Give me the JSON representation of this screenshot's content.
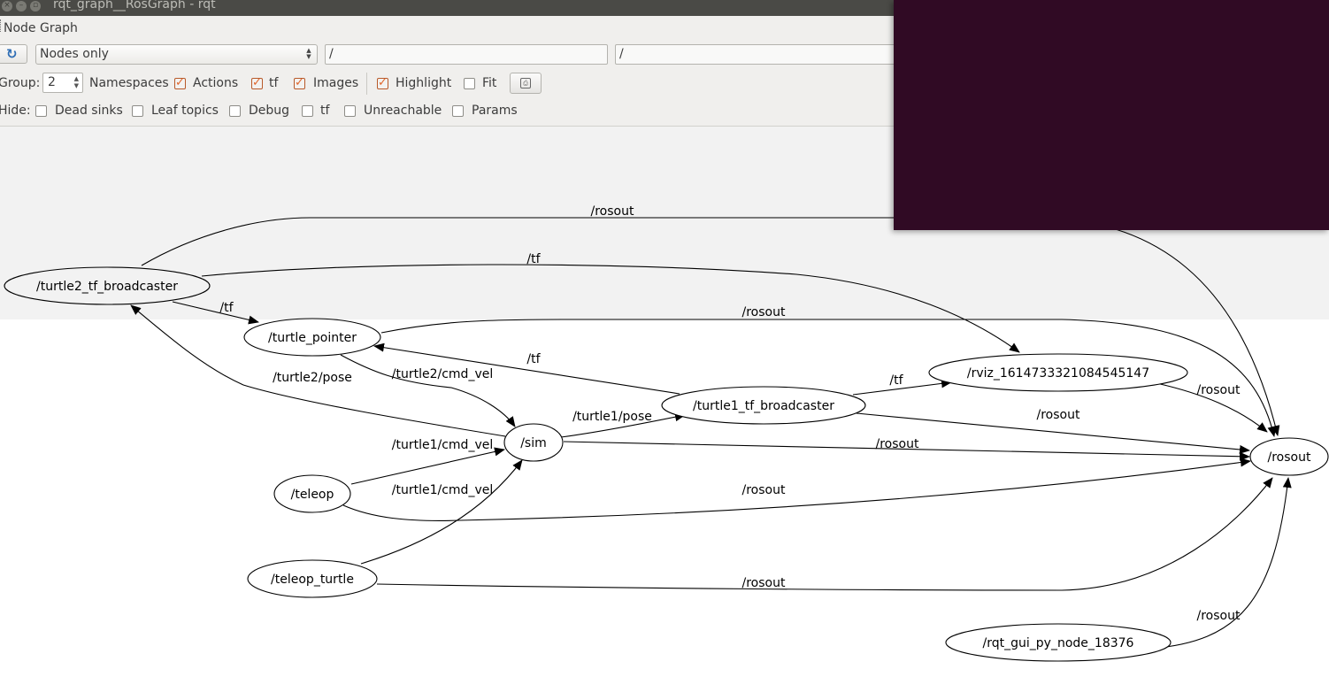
{
  "window": {
    "title": "rqt_graph__RosGraph - rqt"
  },
  "plugin": {
    "title": "Node Graph"
  },
  "toolbar": {
    "refresh_icon": "refresh-icon",
    "graph_type": "Nodes only",
    "node_filter": "/",
    "topic_filter": "/"
  },
  "row2": {
    "group_label": "Group:",
    "group_value": "2",
    "namespaces_label": "Namespaces",
    "actions_label": "Actions",
    "tf_label": "tf",
    "images_label": "Images",
    "highlight_label": "Highlight",
    "fit_label": "Fit",
    "save_icon": "save-icon"
  },
  "row3": {
    "hide_label": "Hide:",
    "dead_sinks_label": "Dead sinks",
    "leaf_topics_label": "Leaf topics",
    "debug_label": "Debug",
    "tf_label": "tf",
    "unreachable_label": "Unreachable",
    "params_label": "Params"
  },
  "checks": {
    "namespaces": true,
    "actions": true,
    "tf": true,
    "images": true,
    "highlight": false,
    "fit": false,
    "dead_sinks": false,
    "leaf_topics": false,
    "debug": false,
    "hide_tf": false,
    "unreachable": false,
    "params": false
  },
  "graph": {
    "nodes": {
      "turtle2_tf_broadcaster": "/turtle2_tf_broadcaster",
      "turtle_pointer": "/turtle_pointer",
      "sim": "/sim",
      "teleop": "/teleop",
      "teleop_turtle": "/teleop_turtle",
      "turtle1_tf_broadcaster": "/turtle1_tf_broadcaster",
      "rviz": "/rviz_1614733321084545147",
      "rosout": "/rosout",
      "rqt_gui": "/rqt_gui_py_node_18376"
    },
    "edges": {
      "t2b_rosout": "/rosout",
      "t2b_rviz_tf": "/tf",
      "t2b_pointer_tf": "/tf",
      "pointer_rosout": "/rosout",
      "t1b_pointer_tf": "/tf",
      "sim_t2b_pose": "/turtle2/pose",
      "pointer_sim_cmd": "/turtle2/cmd_vel",
      "t1b_rviz_tf": "/tf",
      "rviz_rosout": "/rosout",
      "sim_t1b_pose": "/turtle1/pose",
      "t1b_rosout": "/rosout",
      "teleop_sim_cmd": "/turtle1/cmd_vel",
      "sim_rosout": "/rosout",
      "teleop_turtle_sim_cmd": "/turtle1/cmd_vel",
      "teleop_rosout": "/rosout",
      "teleop_turtle_rosout": "/rosout",
      "rqt_rosout": "/rosout"
    }
  }
}
